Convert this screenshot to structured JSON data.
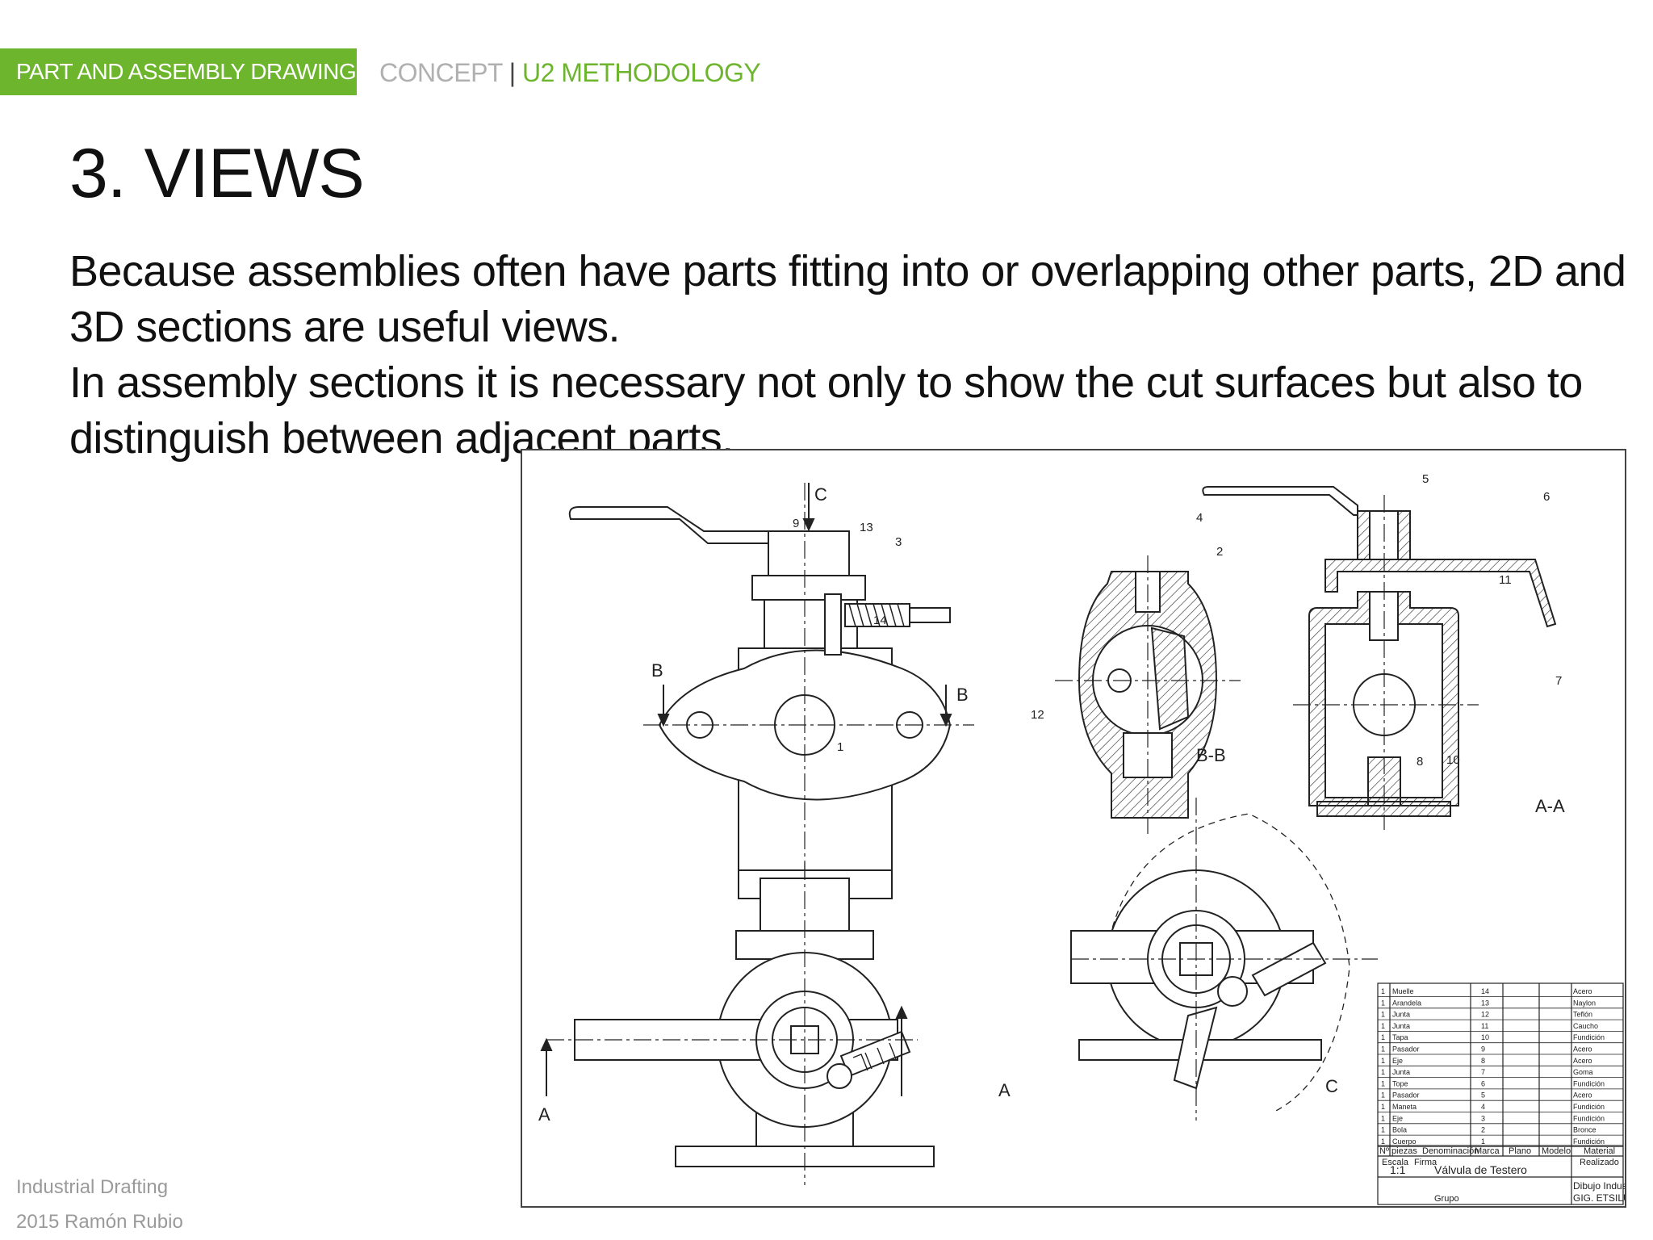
{
  "header": {
    "tag_label": "PART AND ASSEMBLY DRAWING",
    "crumb_concept": "CONCEPT",
    "crumb_separator": "|",
    "crumb_unit": "U2 METHODOLOGY"
  },
  "slide": {
    "title": "3. VIEWS",
    "paragraph1": "Because assemblies often have parts fitting into or overlapping other parts, 2D and 3D sections are useful views.",
    "paragraph2": "In assembly sections it is necessary not only to show the cut surfaces but also to distinguish between adjacent parts."
  },
  "drawing": {
    "labels": {
      "section_c": "C",
      "section_b_left": "B",
      "section_b_right": "B",
      "section_a_left": "A",
      "section_a_right": "A",
      "section_c_bottom": "C",
      "view_bb": "B-B",
      "view_aa": "A-A"
    },
    "balloons": [
      "1",
      "2",
      "3",
      "4",
      "5",
      "6",
      "7",
      "8",
      "9",
      "10",
      "11",
      "12",
      "13",
      "14"
    ],
    "parts_list": [
      {
        "qty": "1",
        "name": "Muelle",
        "num": "14",
        "material": "Acero"
      },
      {
        "qty": "1",
        "name": "Arandela",
        "num": "13",
        "material": "Naylon"
      },
      {
        "qty": "1",
        "name": "Junta",
        "num": "12",
        "material": "Teflón"
      },
      {
        "qty": "1",
        "name": "Junta",
        "num": "11",
        "material": "Caucho"
      },
      {
        "qty": "1",
        "name": "Tapa",
        "num": "10",
        "material": "Fundición"
      },
      {
        "qty": "1",
        "name": "Pasador",
        "num": "9",
        "material": "Acero"
      },
      {
        "qty": "1",
        "name": "Eje",
        "num": "8",
        "material": "Acero"
      },
      {
        "qty": "1",
        "name": "Junta",
        "num": "7",
        "material": "Goma"
      },
      {
        "qty": "1",
        "name": "Tope",
        "num": "6",
        "material": "Fundición"
      },
      {
        "qty": "1",
        "name": "Pasador",
        "num": "5",
        "material": "Acero"
      },
      {
        "qty": "1",
        "name": "Maneta",
        "num": "4",
        "material": "Fundición"
      },
      {
        "qty": "1",
        "name": "Eje",
        "num": "3",
        "material": "Fundición"
      },
      {
        "qty": "1",
        "name": "Bola",
        "num": "2",
        "material": "Bronce"
      },
      {
        "qty": "1",
        "name": "Cuerpo",
        "num": "1",
        "material": "Fundición"
      }
    ],
    "parts_header": {
      "qty": "Nº piezas",
      "name": "Denominación",
      "mark": "Marca",
      "plan": "Plano",
      "model": "Modelo",
      "material": "Material"
    },
    "title_block": {
      "scale": "1:1",
      "drawing_name": "Válvula de Testero",
      "course": "Dibujo Industrial II",
      "school": "GIG. ETSILUPM",
      "escala_label": "Escala",
      "firma_label": "Firma",
      "grupo_label": "Grupo",
      "realizado_label": "Realizado"
    }
  },
  "footer": {
    "course": "Industrial Drafting",
    "credit": "2015 Ramón Rubio"
  }
}
